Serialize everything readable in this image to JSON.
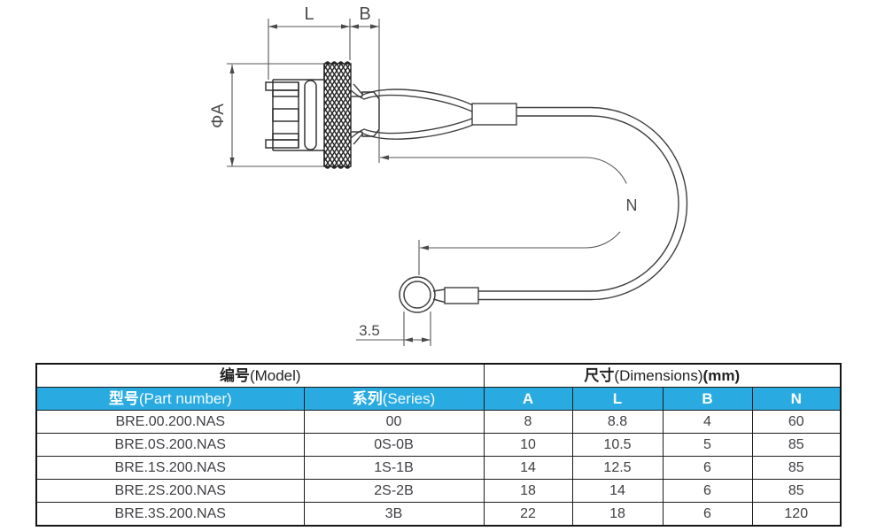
{
  "drawing": {
    "labels": {
      "l": "L",
      "b": "B",
      "dia": "ΦA",
      "n": "N",
      "ring_dim": "3.5"
    }
  },
  "table": {
    "group_headers": {
      "model": {
        "zh": "编号",
        "en": "(Model)"
      },
      "dims": {
        "zh": "尺寸",
        "en": "(Dimensions)",
        "unit": "(mm)"
      }
    },
    "columns": {
      "part": {
        "zh": "型号",
        "en": "(Part number)"
      },
      "series": {
        "zh": "系列",
        "en": "(Series)"
      },
      "dims": [
        "A",
        "L",
        "B",
        "N"
      ]
    },
    "rows": [
      {
        "part": "BRE.00.200.NAS",
        "series": "00",
        "a": "8",
        "l": "8.8",
        "b": "4",
        "n": "60"
      },
      {
        "part": "BRE.0S.200.NAS",
        "series": "0S-0B",
        "a": "10",
        "l": "10.5",
        "b": "5",
        "n": "85"
      },
      {
        "part": "BRE.1S.200.NAS",
        "series": "1S-1B",
        "a": "14",
        "l": "12.5",
        "b": "6",
        "n": "85"
      },
      {
        "part": "BRE.2S.200.NAS",
        "series": "2S-2B",
        "a": "18",
        "l": "14",
        "b": "6",
        "n": "85"
      },
      {
        "part": "BRE.3S.200.NAS",
        "series": "3B",
        "a": "22",
        "l": "18",
        "b": "6",
        "n": "120"
      }
    ]
  },
  "colors": {
    "accent_blue": "#29ABE2",
    "table_border": "#1B1B1B",
    "drawing_line": "#3F3F3F"
  }
}
